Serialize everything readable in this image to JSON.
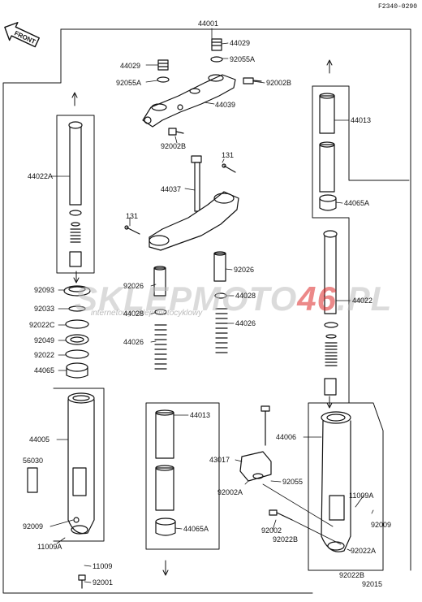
{
  "diagram_code": "F2340-0290",
  "front_label": "FRONT",
  "watermark": {
    "brand_part1": "SKLEPMOTO",
    "brand_part2": "46",
    "brand_part3": ".PL",
    "subtitle": "internetowy sklep motocyklowy"
  },
  "labels": {
    "p44001": "44001",
    "p44029a": "44029",
    "p92055a_r": "92055A",
    "p44029b": "44029",
    "p92055a_l": "92055A",
    "p92002b_t": "92002B",
    "p44039": "44039",
    "p92002b_m": "92002B",
    "p131_a": "131",
    "p44037": "44037",
    "p131_b": "131",
    "p44022a": "44022A",
    "p44013_t": "44013",
    "p44065a_t": "44065A",
    "p92026_l": "92026",
    "p92026_r": "92026",
    "p44028_l": "44028",
    "p44028_r": "44028",
    "p44026_l": "44026",
    "p44026_r": "44026",
    "p92093": "92093",
    "p92033": "92033",
    "p92022c": "92022C",
    "p92049": "92049",
    "p92022": "92022",
    "p44065": "44065",
    "p44022": "44022",
    "p44005": "44005",
    "p56030": "56030",
    "p44013_b": "44013",
    "p44006": "44006",
    "p43017": "43017",
    "p92055": "92055",
    "p92002a": "92002A",
    "p11009a_l": "11009A",
    "p92009_l": "92009",
    "p11009a_r": "11009A",
    "p92009_r": "92009",
    "p92002": "92002",
    "p92022b": "92022B",
    "p44065a_b": "44065A",
    "p11009": "11009",
    "p92001": "92001",
    "p92022a": "92022A",
    "p92022b_b": "92022B",
    "p92015": "92015"
  }
}
